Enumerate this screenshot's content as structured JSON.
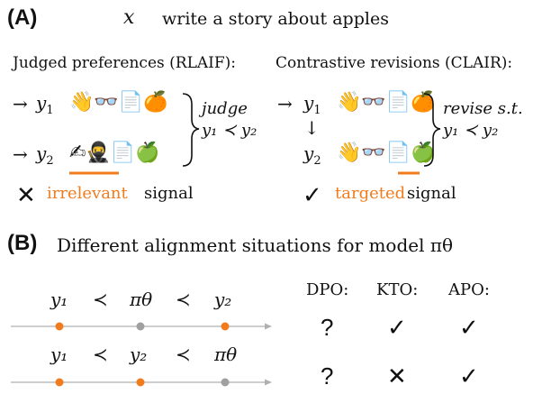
{
  "panel_a": {
    "label": "(A)",
    "prompt_var": "x",
    "prompt_text": "write a story about apples",
    "rlaif": {
      "heading": "Judged preferences (RLAIF):",
      "y1": "y",
      "y1_sub": "1",
      "y2": "y",
      "y2_sub": "2",
      "arrow": "→",
      "emoji_y1": "👋👓📄🍊",
      "emoji_y2": "✍🥷📄🍏",
      "brace_action": "judge",
      "relation": "y₁ ≺ y₂",
      "result_mark": "✕",
      "result_highlight": "irrelevant",
      "result_rest": "signal"
    },
    "clair": {
      "heading": "Contrastive revisions (CLAIR):",
      "y1": "y",
      "y1_sub": "1",
      "y2": "y",
      "y2_sub": "2",
      "arrow": "→",
      "down_arrow": "↓",
      "emoji_y1": "👋👓📄🍊",
      "emoji_y2": "👋👓📄🍏",
      "brace_action": "revise s.t.",
      "relation": "y₁ ≺ y₂",
      "result_mark": "✓",
      "result_highlight": "targeted",
      "result_rest": "signal"
    }
  },
  "panel_b": {
    "label": "(B)",
    "title": "Different alignment situations for model πθ",
    "columns": [
      "DPO:",
      "KTO:",
      "APO:"
    ],
    "rows": [
      {
        "terms": [
          "y₁",
          "≺",
          "πθ",
          "≺",
          "y₂"
        ],
        "marks": [
          "?",
          "✓",
          "✓"
        ]
      },
      {
        "terms": [
          "y₁",
          "≺",
          "y₂",
          "≺",
          "πθ"
        ],
        "marks": [
          "?",
          "✕",
          "✓"
        ]
      }
    ]
  },
  "colors": {
    "accent": "#f07c1e",
    "model_dot": "#a0a0a0",
    "axis": "#b0b0b0",
    "text": "#111111"
  }
}
